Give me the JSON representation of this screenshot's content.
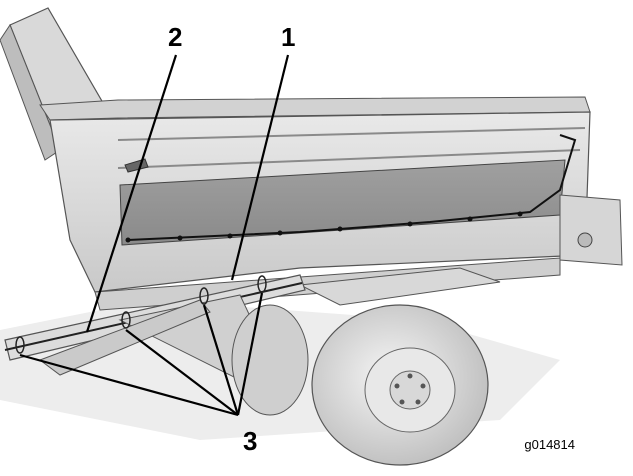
{
  "figure": {
    "id": "g014814",
    "callouts": [
      {
        "label": "1"
      },
      {
        "label": "2"
      },
      {
        "label": "3"
      }
    ]
  }
}
